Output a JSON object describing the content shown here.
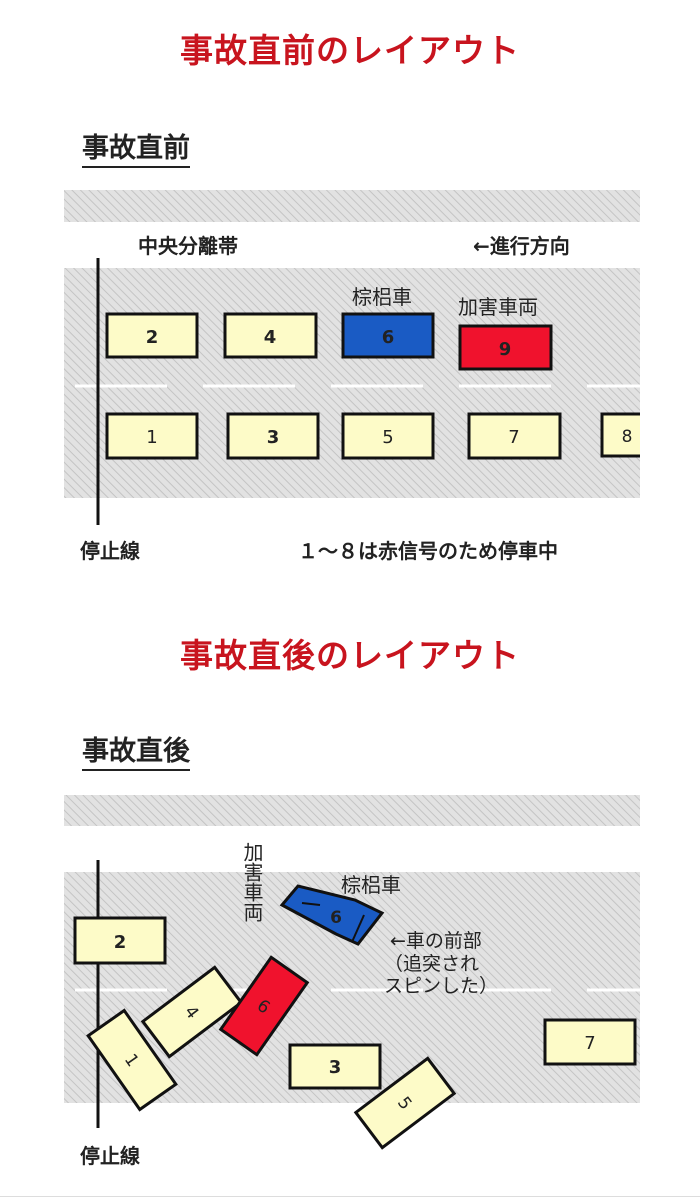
{
  "before": {
    "title": "事故直前のレイアウト",
    "heading": "事故直前",
    "median_label": "中央分離帯",
    "direction_label": "←進行方向",
    "victim_label": "棕梠車",
    "offender_label": "加害車両",
    "stop_line_label": "停止線",
    "note": "１～８は赤信号のため停車中",
    "cars": [
      "2",
      "4",
      "6",
      "9",
      "1",
      "3",
      "5",
      "7",
      "8"
    ]
  },
  "after": {
    "title": "事故直後のレイアウト",
    "heading": "事故直後",
    "victim_label": "棕梠車",
    "offender_label": "加害車両",
    "front_label": "←車の前部",
    "note_line1": "（追突され",
    "note_line2": "スピンした）",
    "stop_line_label": "停止線",
    "cars": [
      "2",
      "4",
      "1",
      "9",
      "6",
      "3",
      "5",
      "7"
    ]
  },
  "colors": {
    "title": "#c8141e",
    "car_default": "#fdfbc8",
    "car_victim": "#1a5bc4",
    "car_offender": "#f0122d",
    "road": "#dcdcdc"
  }
}
